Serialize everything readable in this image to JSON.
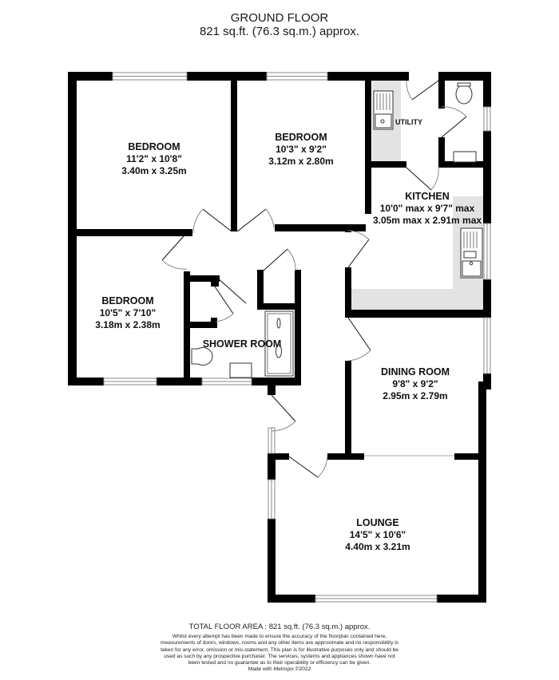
{
  "header": {
    "floor_name": "GROUND FLOOR",
    "area": "821 sq.ft. (76.3 sq.m.) approx."
  },
  "rooms": {
    "bedroom1": {
      "name": "BEDROOM",
      "imperial": "11'2\"  x 10'8\"",
      "metric": "3.40m  x 3.25m"
    },
    "bedroom2": {
      "name": "BEDROOM",
      "imperial": "10'3\"  x 9'2\"",
      "metric": "3.12m  x 2.80m"
    },
    "bedroom3": {
      "name": "BEDROOM",
      "imperial": "10'5\"  x 7'10\"",
      "metric": "3.18m  x 2.38m"
    },
    "utility": {
      "name": "UTILITY"
    },
    "kitchen": {
      "name": "KITCHEN",
      "imperial": "10'0\" max x 9'7\" max",
      "metric": "3.05m max x 2.91m max"
    },
    "shower_room": {
      "name": "SHOWER ROOM"
    },
    "dining_room": {
      "name": "DINING ROOM",
      "imperial": "9'8\"  x 9'2\"",
      "metric": "2.95m  x 2.79m"
    },
    "lounge": {
      "name": "LOUNGE",
      "imperial": "14'5\"  x 10'6\"",
      "metric": "4.40m  x 3.21m"
    }
  },
  "footer": {
    "total": "TOTAL FLOOR AREA : 821 sq.ft. (76.3 sq.m.) approx.",
    "disclaimer": "Whilst every attempt has been made to ensure the accuracy of the floorplan contained here, measurements of doors, windows, rooms and any other items are approximate and no responsibility is taken for any error, omission or mis-statement. This plan is for illustrative purposes only and should be used as such by any prospective purchaser. The services, systems and appliances shown have not been tested and no guarantee as to their operability or efficiency can be given.",
    "credit": "Made with Metropix ©2022"
  },
  "colors": {
    "wall": "#000000",
    "counter": "#e3e3e3",
    "window": "#888888",
    "background": "#ffffff"
  }
}
